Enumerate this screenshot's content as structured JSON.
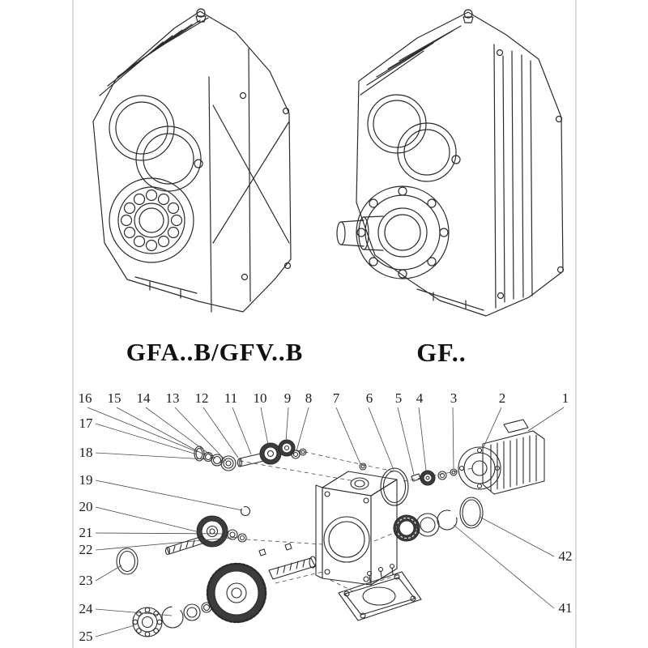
{
  "labels": {
    "left_model": "GFA..B/GFV..B",
    "right_model": "GF.."
  },
  "exploded": {
    "top_row": [
      "16",
      "15",
      "14",
      "13",
      "12",
      "11",
      "10",
      "9",
      "8",
      "7",
      "6",
      "5",
      "4",
      "3",
      "2",
      "1"
    ],
    "left_column": [
      "17",
      "18",
      "19",
      "20",
      "21",
      "22",
      "23",
      "24",
      "25"
    ],
    "right_column": [
      "42",
      "41"
    ]
  },
  "colors": {
    "line": "#2b2b2b",
    "dark_fill": "#3c3c3c",
    "background": "#ffffff"
  }
}
